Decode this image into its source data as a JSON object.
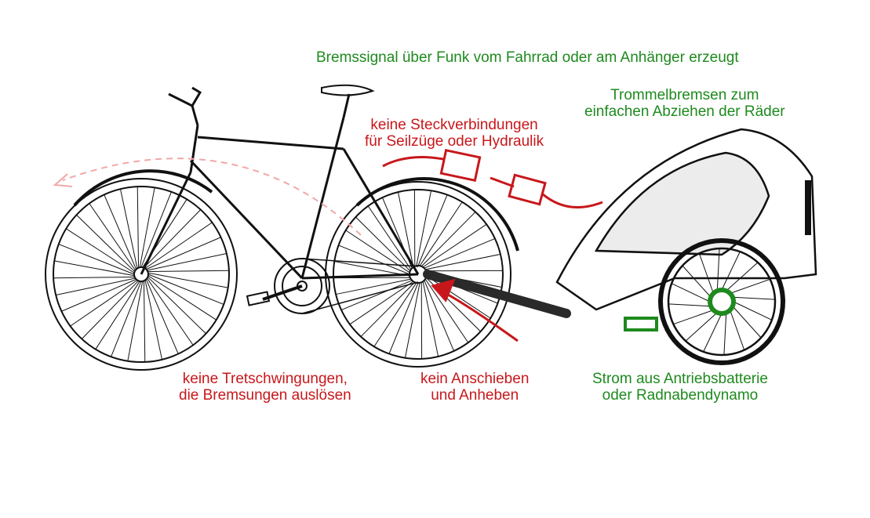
{
  "colors": {
    "green": "#1e8a1e",
    "red": "#c8171b",
    "line": "#111111",
    "pink_dashed": "#f2a7a7",
    "tow_bar": "#2a2a2a"
  },
  "labels": {
    "brake_signal": "Bremssignal über Funk vom Fahrrad oder am Anhänger erzeugt",
    "drum_brakes": [
      "Trommelbremsen zum",
      "einfachen Abziehen der Räder"
    ],
    "no_connectors": [
      "keine Steckverbindungen",
      "für Seilzüge oder Hydraulik"
    ],
    "no_pedal_vibration": [
      "keine Tretschwingungen,",
      "die Bremsungen auslösen"
    ],
    "no_pushing": [
      "kein Anschieben",
      "und Anheben"
    ],
    "power_source": [
      "Strom aus Antriebsbatterie",
      "oder Radnabendynamo"
    ]
  }
}
